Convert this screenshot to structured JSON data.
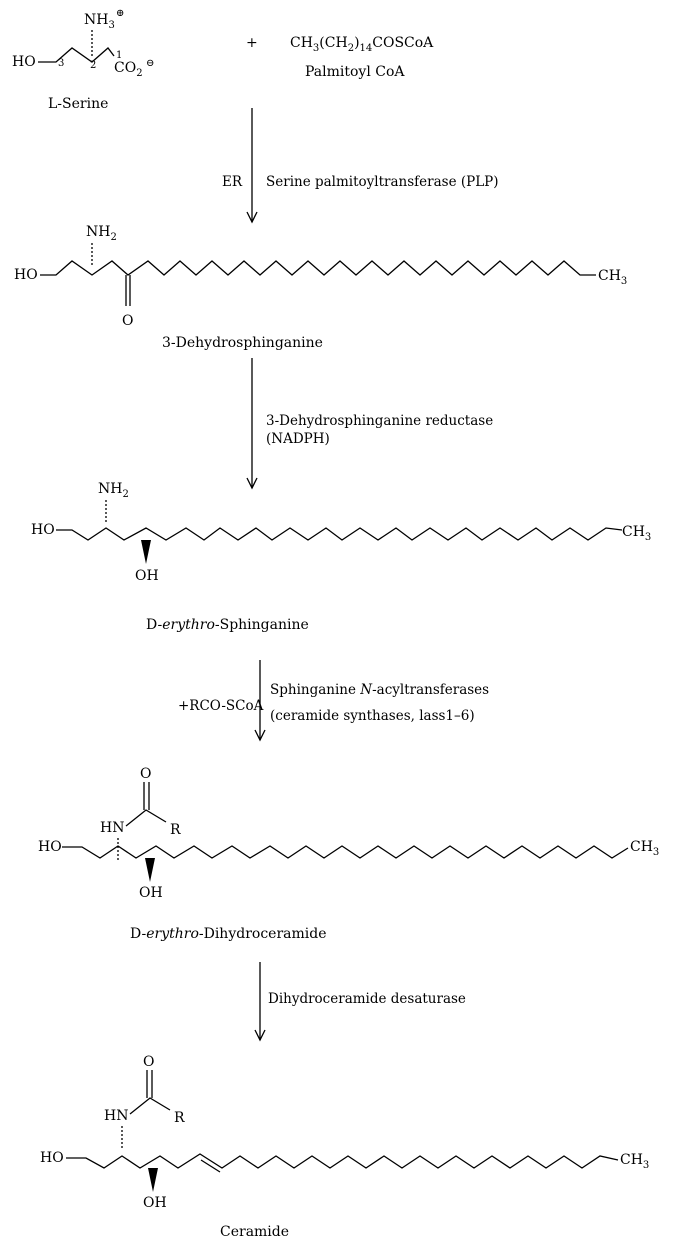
{
  "serine": {
    "nh3": "NH3",
    "charge_plus": "⊕",
    "ho": "HO",
    "co2": "CO2",
    "charge_minus": "⊖",
    "c1": "1",
    "c2": "2",
    "c3": "3",
    "name": "L-Serine"
  },
  "plus_sign": "+",
  "palmitoyl": {
    "formula": "CH3(CH2)14COSCoA",
    "name": "Palmitoyl CoA"
  },
  "steps": [
    {
      "location": "ER",
      "enzyme": "Serine palmitoyltransferase (PLP)",
      "cofactor": ""
    },
    {
      "location": "",
      "enzyme": "3-Dehydrosphinganine reductase",
      "cofactor": "(NADPH)"
    },
    {
      "location": "+RCO-SCoA",
      "enzyme": "Sphinganine N-acyltransferases",
      "cofactor": "(ceramide synthases, lass1–6)"
    },
    {
      "location": "",
      "enzyme": "Dihydroceramide desaturase",
      "cofactor": ""
    }
  ],
  "compounds": [
    {
      "name": "3-Dehydrosphinganine",
      "ho": "HO",
      "nh2": "NH2",
      "o": "O",
      "ch3": "CH3"
    },
    {
      "name_prefix": "D-",
      "name_italic": "erythro",
      "name_suffix": "-Sphinganine",
      "ho": "HO",
      "nh2": "NH2",
      "oh": "OH",
      "ch3": "CH3"
    },
    {
      "name_prefix": "D-",
      "name_italic": "erythro",
      "name_suffix": "-Dihydroceramide",
      "ho": "HO",
      "hn": "HN",
      "o": "O",
      "r": "R",
      "oh": "OH",
      "ch3": "CH3"
    },
    {
      "name": "Ceramide",
      "ho": "HO",
      "hn": "HN",
      "o": "O",
      "r": "R",
      "oh": "OH",
      "ch3": "CH3"
    }
  ]
}
